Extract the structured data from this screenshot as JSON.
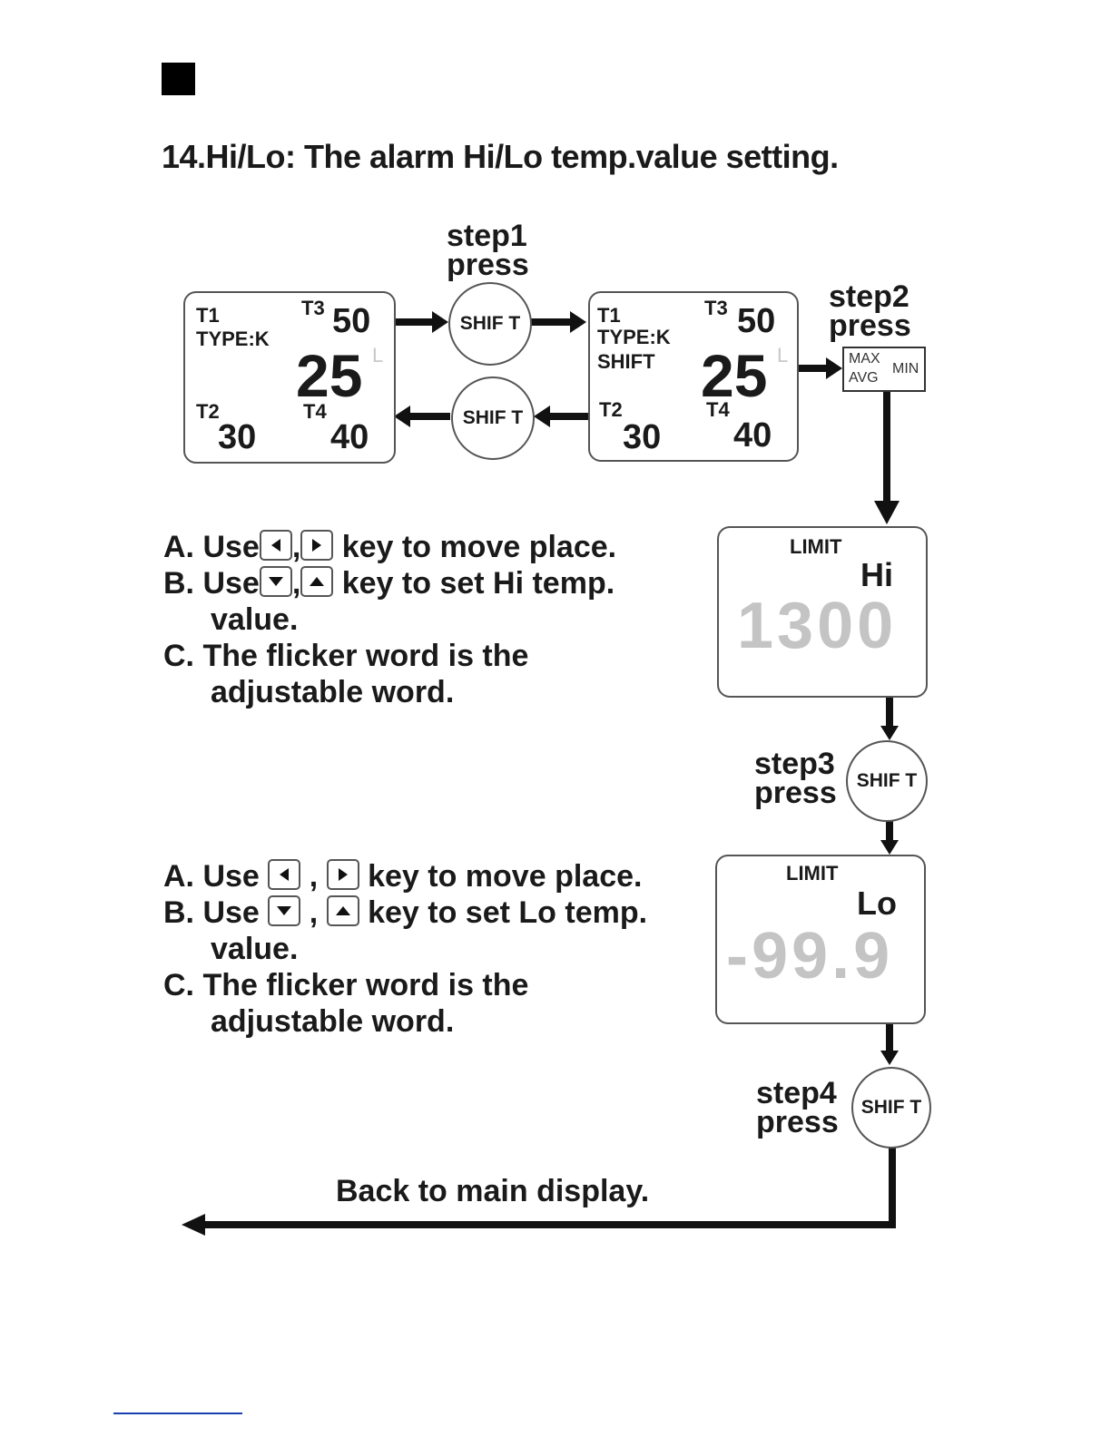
{
  "title": "14.Hi/Lo: The alarm Hi/Lo temp.value setting.",
  "steps": {
    "step1": [
      "step1",
      "press"
    ],
    "step2": [
      "step2",
      "press"
    ],
    "step3": [
      "step3",
      "press"
    ],
    "step4": [
      "step4",
      "press"
    ]
  },
  "shift_label": "SHIF T",
  "display1": {
    "t1": "T1",
    "type": "TYPE:K",
    "t3": "T3",
    "t3_value": "50",
    "main_value": "25",
    "unit": "L",
    "t2": "T2",
    "t2_value": "30",
    "t4": "T4",
    "t4_value": "40"
  },
  "display2": {
    "t1": "T1",
    "type": "TYPE:K",
    "shift": "SHIFT",
    "t3": "T3",
    "t3_value": "50",
    "main_value": "25",
    "unit": "L",
    "t2": "T2",
    "t2_value": "30",
    "t4": "T4",
    "t4_value": "40"
  },
  "maxbox": {
    "max": "MAX",
    "avg": "AVG",
    "min": "MIN"
  },
  "hi_display": {
    "label": "LIMIT",
    "mode": "Hi",
    "value": "1300"
  },
  "lo_display": {
    "label": "LIMIT",
    "mode": "Lo",
    "value": "-99.9"
  },
  "hi_instructions": {
    "a_prefix": "A. Use",
    "a_sep": ",",
    "a_suffix": "key to move place.",
    "b_prefix": "B. Use",
    "b_sep": ",",
    "b_suffix": "key to set Hi temp.",
    "b_cont": "value.",
    "c": "C. The flicker word is the",
    "c_cont": "adjustable word."
  },
  "lo_instructions": {
    "a_prefix": "A. Use",
    "a_sep": ",",
    "a_suffix": "key to move place.",
    "b_prefix": "B. Use",
    "b_sep": ",",
    "b_suffix": "key to set Lo temp.",
    "b_cont": "value.",
    "c": "C. The flicker word is the",
    "c_cont": "adjustable word."
  },
  "back_text": "Back to main display.",
  "icons": [
    "left-arrow-key-icon",
    "right-arrow-key-icon",
    "down-arrow-key-icon",
    "up-arrow-key-icon"
  ]
}
